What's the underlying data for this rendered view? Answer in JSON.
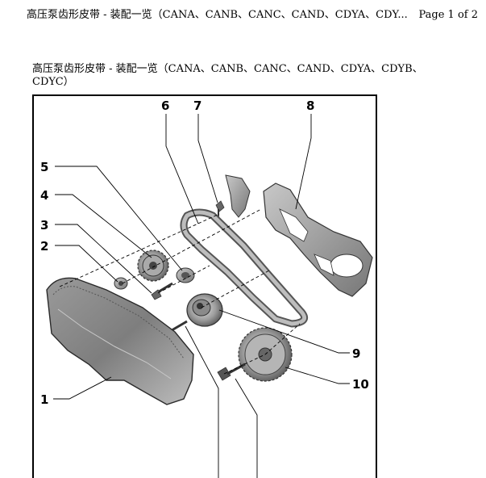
{
  "header": {
    "title": "高压泵齿形皮带 - 装配一览（CANA、CANB、CANC、CAND、CDYA、CDY...",
    "page": "Page 1 of 2"
  },
  "document": {
    "title": "高压泵齿形皮带 - 装配一览（CANA、CANB、CANC、CAND、CDYA、CDYB、CDYC）"
  },
  "callouts": [
    "1",
    "2",
    "3",
    "4",
    "5",
    "6",
    "7",
    "8",
    "9",
    "10"
  ]
}
